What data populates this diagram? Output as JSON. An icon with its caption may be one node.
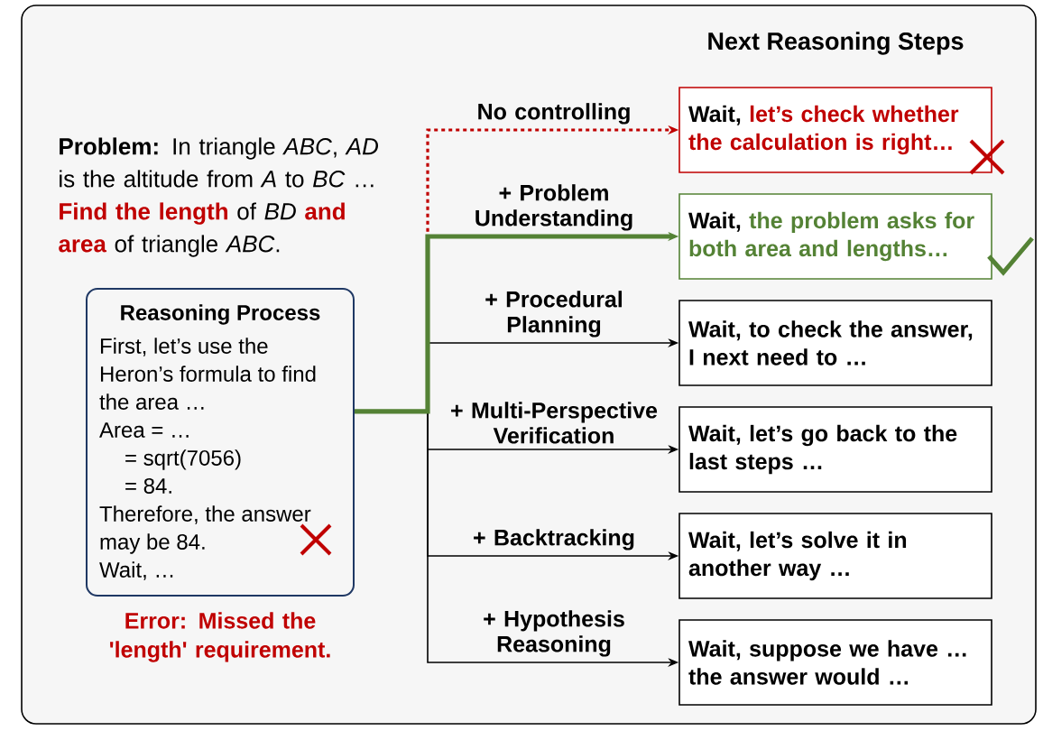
{
  "diagram": {
    "title": "Next Reasoning Steps",
    "nodes": [
      {
        "text": [
          "Reasoning Process",
          "First, let’s use the Heron’s formula to find the area …",
          "Area = …",
          "= sqrt(7056)",
          "= 84.",
          "Therefore, the answer may be 84.",
          "Wait, …"
        ],
        "beside": [
          "Error: Missed the 'length' requirement."
        ]
      },
      {
        "text": [
          "Wait,",
          "let’s check whether the calculation is right…"
        ]
      },
      {
        "text": [
          "Wait,",
          "the problem asks for both area and lengths…"
        ]
      },
      {
        "text": [
          "Wait, to check the answer, I next need to …"
        ]
      },
      {
        "text": [
          "Wait, let’s go back to the last steps …"
        ]
      },
      {
        "text": [
          "Wait, let’s solve it in another way …"
        ]
      },
      {
        "text": [
          "Wait, suppose we have … the answer would …"
        ]
      }
    ],
    "edges": [
      {
        "from": 0,
        "to": 1,
        "arrow": "to",
        "label": "No controlling",
        "style": "dashed",
        "color": "#c00000"
      },
      {
        "from": 0,
        "to": 2,
        "arrow": "to",
        "label": "+ Problem Understanding",
        "style": "thick",
        "color": "#548235"
      },
      {
        "from": 0,
        "to": 3,
        "arrow": "to",
        "label": "+ Procedural Planning"
      },
      {
        "from": 0,
        "to": 4,
        "arrow": "to",
        "label": "+ Multi-Perspective Verification"
      },
      {
        "from": 0,
        "to": 5,
        "arrow": "to",
        "label": "+ Backtracking"
      },
      {
        "from": 0,
        "to": 6,
        "arrow": "to",
        "label": "+ Hypothesis Reasoning"
      }
    ],
    "labels": [
      "**Problem:** In triangle *ABC*, *AD* is the altitude from *A* to *BC* …",
      "**Find the length** of *BD* **and area** of triangle *ABC*."
    ]
  }
}
